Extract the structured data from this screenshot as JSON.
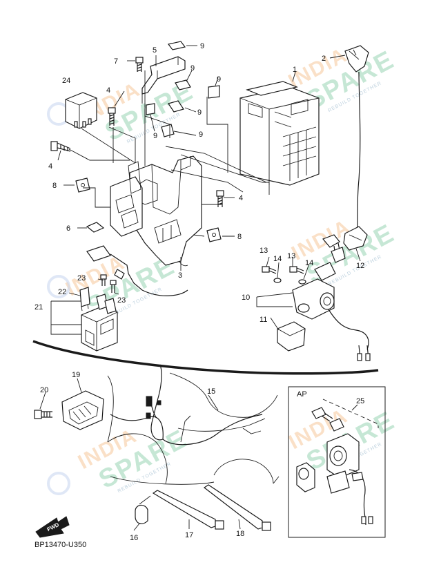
{
  "diagram": {
    "code": "BP13470-U350",
    "fwd_label": "FWD",
    "option_label": "AP"
  },
  "watermark": {
    "line1": "INDIA",
    "line2": "SPARE",
    "tagline": "REBUILD TOGETHER"
  },
  "callouts": {
    "c1": "1",
    "c2": "2",
    "c3": "3",
    "c4a": "4",
    "c4b": "4",
    "c4c": "4",
    "c5": "5",
    "c6": "6",
    "c7": "7",
    "c8a": "8",
    "c8b": "8",
    "c9a": "9",
    "c9b": "9",
    "c9c": "9",
    "c9d": "9",
    "c9e": "9",
    "c9f": "9",
    "c10": "10",
    "c11": "11",
    "c12": "12",
    "c13a": "13",
    "c13b": "13",
    "c14a": "14",
    "c14b": "14",
    "c15": "15",
    "c16": "16",
    "c17": "17",
    "c18": "18",
    "c19": "19",
    "c20": "20",
    "c21": "21",
    "c22": "22",
    "c23a": "23",
    "c23b": "23",
    "c24": "24",
    "c25": "25"
  },
  "colors": {
    "ink": "#1a1a1a",
    "watermark_orange": "#f6c79a",
    "watermark_green": "#8fd1ad",
    "watermark_blue": "#9fbccf"
  }
}
